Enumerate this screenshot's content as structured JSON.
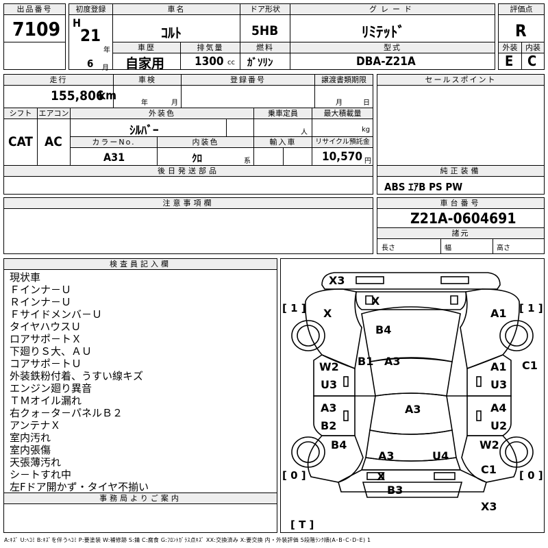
{
  "header": {
    "lot_no_label": "出品番号",
    "lot_no": "7109",
    "first_reg_label": "初度登録",
    "era": "H",
    "year": "21",
    "year_unit": "年",
    "month": "6",
    "month_unit": "月",
    "car_name_label": "車名",
    "car_name": "ｺﾙﾄ",
    "door_label": "ドア形状",
    "door": "5HB",
    "grade_label": "グレード",
    "grade": "ﾘﾐﾃｯﾄﾞ",
    "score_label": "評価点",
    "score": "R",
    "history_label": "車歴",
    "history": "自家用",
    "displacement_label": "排気量",
    "displacement": "1300",
    "displacement_unit": "cc",
    "fuel_label": "燃料",
    "fuel": "ｶﾞｿﾘﾝ",
    "model_label": "型式",
    "model": "DBA-Z21A",
    "exterior_label": "外装",
    "exterior": "E",
    "interior_label": "内装",
    "interior": "C"
  },
  "row2": {
    "mileage_label": "走行",
    "mileage": "155,806",
    "mileage_unit": "km",
    "inspection_label": "車検",
    "inspection_year_unit": "年",
    "inspection_month_unit": "月",
    "reg_no_label": "登録番号",
    "transfer_label": "譲渡書類期限",
    "transfer_month_unit": "月",
    "transfer_day_unit": "日",
    "sales_label": "セールスポイント",
    "shift_label": "シフト",
    "shift": "CAT",
    "ac_label": "エアコン",
    "ac": "AC",
    "ext_color_label": "外装色",
    "ext_color": "ｼﾙﾊﾞｰ",
    "capacity_label": "乗車定員",
    "capacity_unit": "人",
    "max_load_label": "最大積載量",
    "max_load_unit": "kg",
    "color_no_label": "カラーNo.",
    "color_no": "A31",
    "int_color_label": "内装色",
    "int_color": "ｸﾛ",
    "int_color_unit": "系",
    "import_label": "輸入車",
    "recycle_label": "リサイクル預託金",
    "recycle": "10,570",
    "recycle_unit": "円",
    "parts_label": "後日発送部品",
    "equip_label": "純正装備",
    "equip": "ABS ｴｱB PS PW"
  },
  "row3": {
    "caution_label": "注意事項欄",
    "chassis_label": "車台番号",
    "chassis": "Z21A-0604691",
    "specs_label": "諸元",
    "length_label": "長さ",
    "width_label": "幅",
    "height_label": "高さ"
  },
  "inspector": {
    "label": "検査員記入欄",
    "notes": [
      "現状車",
      "Ｆインナ－Ｕ",
      "Ｒインナ－Ｕ",
      "Ｆサイドメンバ－Ｕ",
      "タイヤハウスＵ",
      "ロアサポ－トＸ",
      "下廻りＳ大、ＡＵ",
      "コアサポ－トＵ",
      "外装鉄粉付着、うすい線キズ",
      "エンジン廻り異音",
      "ＴＭオイル漏れ",
      "右クォ－タ－パネルＢ２",
      "アンテナＸ",
      "室内汚れ",
      "室内張傷",
      "天張薄汚れ",
      "シ－トすれ中",
      "左Fドア開かず・タイヤ不揃い"
    ],
    "office_label": "事務局よりご案内"
  },
  "diagram": {
    "tire_fl": "[ 1 ]",
    "tire_fr": "[ 1 ]",
    "tire_rl": "[ 0 ]",
    "tire_rr": "[ 0 ]",
    "tire_t": "[ T ]",
    "marks": {
      "front_bumper": "X3",
      "front_grille": "X",
      "left_front_fender": "X",
      "right_front_fender": "A1",
      "hood": "B4",
      "front_pillar": "B1",
      "windshield": "A3",
      "left_front_door_1": "W2",
      "left_front_door_2": "U3",
      "right_front_door_1": "A1",
      "right_front_door_2": "U3",
      "right_mirror": "C1",
      "left_rear_door_1": "A3",
      "left_rear_door_2": "B2",
      "roof": "A3",
      "right_rear_door_1": "A4",
      "right_rear_door_2": "U2",
      "left_quarter": "B4",
      "rear_glass": "A3",
      "hatch": "U4",
      "right_quarter_1": "W2",
      "right_quarter_2": "C1",
      "rear_garnish": "X",
      "rear_bumper": "B3",
      "rear_corner": "X3"
    }
  },
  "legend": "A:ｷｽﾞ U:ﾍｺﾐ B:ｷｽﾞを伴うﾍｺﾐ P:要塗装 W:補修跡 S:錆 C:腐食 G:ﾌﾛﾝﾄｶﾞﾗｽ点ｷｽﾞ XX:交換済み X:要交換 内・外装評価 5段階ﾗﾝｸ順(A･B･C･D･E) 1"
}
